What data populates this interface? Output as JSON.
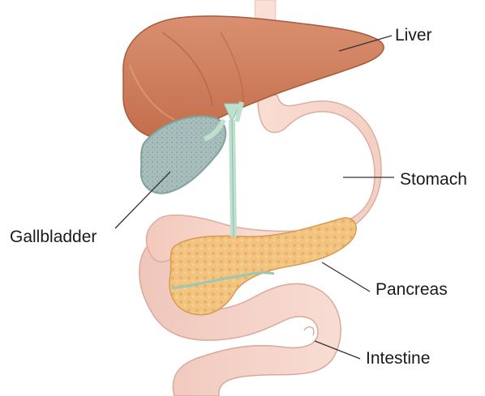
{
  "labels": {
    "liver": "Liver",
    "stomach": "Stomach",
    "gallbladder": "Gallbladder",
    "pancreas": "Pancreas",
    "intestine": "Intestine"
  },
  "colors": {
    "liver": "#cd7d5a",
    "liver_shadow": "#b0603f",
    "gallbladder": "#a9bfbd",
    "duct": "#b8d8c8",
    "stomach": "#f6d3c8",
    "esophagus": "#f9e2da",
    "pancreas": "#f1c17c",
    "intestine": "#f6d4cb",
    "leader_line": "#333333"
  }
}
